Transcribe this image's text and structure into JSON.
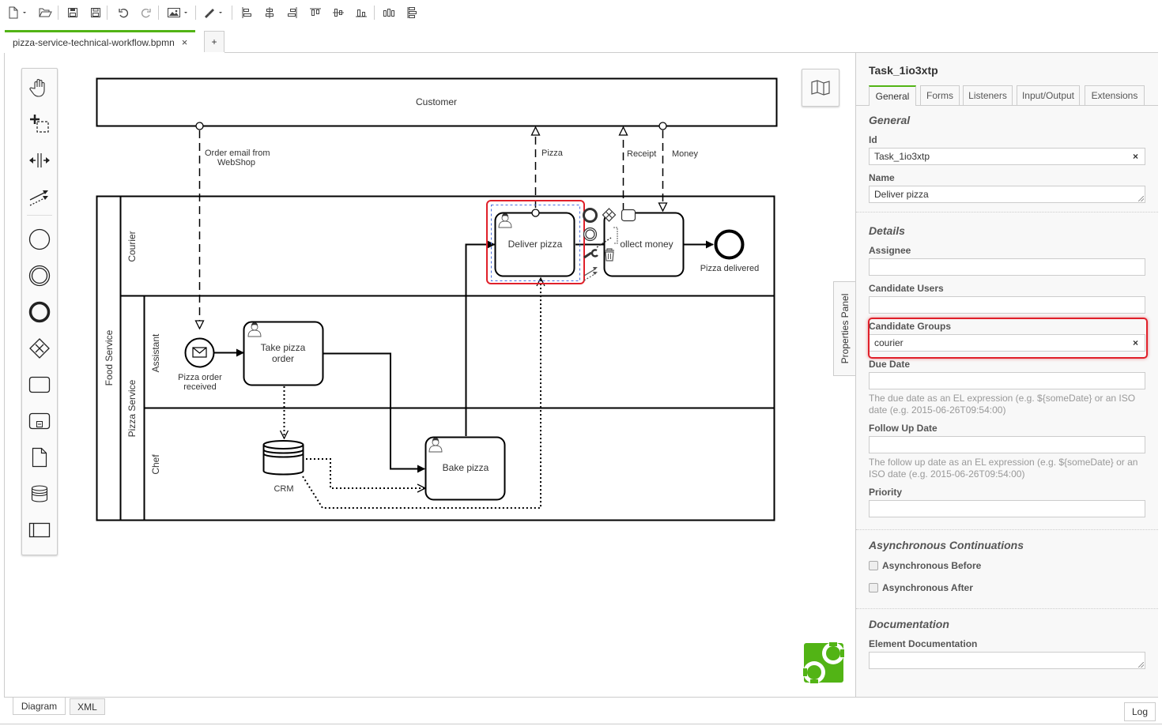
{
  "toolbar": {
    "items": [
      {
        "name": "new-file",
        "icon": "file-icon",
        "dropdown": true
      },
      {
        "name": "open-file",
        "icon": "folder-open-icon"
      },
      {
        "name": "save",
        "icon": "save-icon"
      },
      {
        "name": "save-as",
        "icon": "save-as-icon"
      },
      {
        "name": "undo",
        "icon": "undo-icon"
      },
      {
        "name": "redo",
        "icon": "redo-icon"
      },
      {
        "name": "export-image",
        "icon": "image-icon",
        "dropdown": true
      },
      {
        "name": "color",
        "icon": "paint-brush-icon",
        "dropdown": true
      },
      {
        "name": "align-left",
        "icon": "align-left-icon"
      },
      {
        "name": "align-center",
        "icon": "align-center-icon"
      },
      {
        "name": "align-right",
        "icon": "align-right-icon"
      },
      {
        "name": "align-top",
        "icon": "align-top-icon"
      },
      {
        "name": "align-middle",
        "icon": "align-middle-icon"
      },
      {
        "name": "align-bottom",
        "icon": "align-bottom-icon"
      },
      {
        "name": "distribute-horizontal",
        "icon": "distribute-horizontal-icon"
      },
      {
        "name": "distribute-vertical",
        "icon": "distribute-vertical-icon"
      }
    ]
  },
  "tabs": {
    "file_tab": "pizza-service-technical-workflow.bpmn",
    "close_glyph": "×",
    "add_glyph": "+"
  },
  "palette": {
    "items": [
      "hand-tool",
      "lasso-tool",
      "space-tool",
      "global-connect-tool",
      "start-event",
      "intermediate-event",
      "end-event",
      "gateway",
      "task",
      "subprocess",
      "data-object",
      "data-store",
      "participant"
    ]
  },
  "diagram": {
    "pools": {
      "customer": "Customer",
      "food_service": "Food Service",
      "pizza_service": "Pizza Service"
    },
    "lanes": {
      "courier": "Courier",
      "assistant": "Assistant",
      "chef": "Chef"
    },
    "events": {
      "start": "Pizza order received",
      "start_line1": "Pizza order",
      "start_line2": "received",
      "end": "Pizza delivered"
    },
    "tasks": {
      "take_order_line1": "Take pizza",
      "take_order_line2": "order",
      "bake": "Bake pizza",
      "deliver": "Deliver pizza",
      "collect": "Collect money",
      "collect_visible": "ollect money"
    },
    "data_store": "CRM",
    "message_flows": {
      "order_line1": "Order email from",
      "order_line2": "WebShop",
      "pizza": "Pizza",
      "receipt": "Receipt",
      "money": "Money"
    },
    "selected_element": "Deliver pizza"
  },
  "side_toggle": "Properties Panel",
  "properties": {
    "title": "Task_1io3xtp",
    "tabs": [
      {
        "label": "General",
        "active": true
      },
      {
        "label": "Forms",
        "active": false
      },
      {
        "label": "Listeners",
        "active": false
      },
      {
        "label": "Input/Output",
        "active": false
      },
      {
        "label": "Extensions",
        "active": false
      }
    ],
    "general": {
      "heading": "General",
      "id_label": "Id",
      "id_value": "Task_1io3xtp",
      "name_label": "Name",
      "name_value": "Deliver pizza"
    },
    "details": {
      "heading": "Details",
      "assignee_label": "Assignee",
      "assignee_value": "",
      "candidate_users_label": "Candidate Users",
      "candidate_users_value": "",
      "candidate_groups_label": "Candidate Groups",
      "candidate_groups_value": "courier",
      "due_date_label": "Due Date",
      "due_date_value": "",
      "due_date_help": "The due date as an EL expression (e.g. ${someDate} or an ISO date (e.g. 2015-06-26T09:54:00)",
      "follow_up_label": "Follow Up Date",
      "follow_up_value": "",
      "follow_up_help": "The follow up date as an EL expression (e.g. ${someDate} or an ISO date (e.g. 2015-06-26T09:54:00)",
      "priority_label": "Priority",
      "priority_value": ""
    },
    "async": {
      "heading": "Asynchronous Continuations",
      "before_label": "Asynchronous Before",
      "before_checked": false,
      "after_label": "Asynchronous After",
      "after_checked": false
    },
    "documentation": {
      "heading": "Documentation",
      "element_doc_label": "Element Documentation",
      "element_doc_value": ""
    },
    "clear_glyph": "×"
  },
  "bottom": {
    "diagram_tab": "Diagram",
    "xml_tab": "XML",
    "log_button": "Log"
  },
  "colors": {
    "accent": "#52b415",
    "highlight": "#e0202a",
    "selection": "#4a6ee0"
  }
}
